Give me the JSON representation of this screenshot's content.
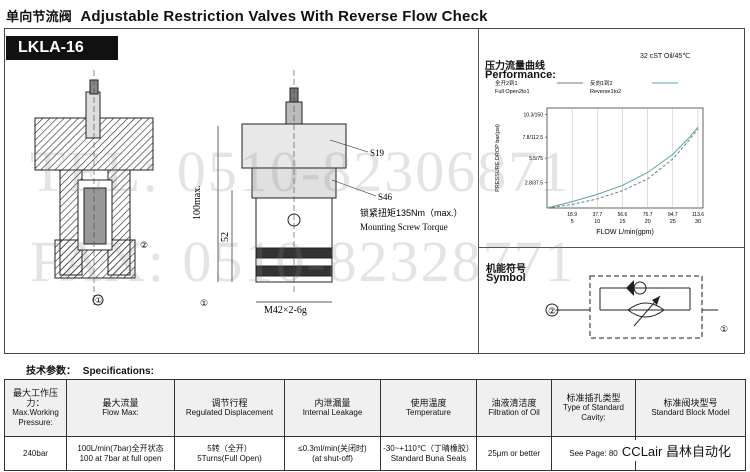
{
  "header": {
    "title_cn": "单向节流阀",
    "title_en": "Adjustable Restriction Valves With Reverse Flow Check",
    "model": "LKLA-16"
  },
  "drawing": {
    "callouts": {
      "s19": "S19",
      "s46": "S46",
      "torque_cn": "锁紧扭矩135Nm（max.）",
      "torque_en": "Mounting Screw Torque",
      "dim_100": "100max.",
      "dim_52": "52",
      "thread": "M42×2-6g",
      "port1": "①",
      "port2": "②"
    }
  },
  "performance": {
    "title_cn": "压力流量曲线",
    "title_en": "Performance:",
    "oil_note": "32 cST Oil/45℃",
    "legend": [
      {
        "label_cn": "全开2到1",
        "label_en": "Full Open2to1",
        "color": "#7a7a7a"
      },
      {
        "label_cn": "反向1到2",
        "label_en": "Reverse1to2",
        "color": "#5aa7a8"
      }
    ]
  },
  "chart_data": {
    "type": "line",
    "title": "",
    "xlabel": "FLOW L/min(gpm)",
    "ylabel": "PRESSURE DROP bar(psi)",
    "x_ticks_top": [
      "18.9",
      "37.7",
      "56.6",
      "75.7",
      "94.7",
      "113.6"
    ],
    "x_ticks_bottom": [
      "5",
      "10",
      "15",
      "20",
      "25",
      "30"
    ],
    "y_ticks": [
      "2.8/37.5",
      "5.5/75",
      "7.8/112.5",
      "10.3/150"
    ],
    "xlim": [
      0,
      31
    ],
    "ylim": [
      0,
      11
    ],
    "series": [
      {
        "name": "Full Open2to1",
        "x": [
          0,
          5,
          10,
          15,
          20,
          25,
          28,
          30
        ],
        "y": [
          0,
          0.4,
          1.0,
          1.9,
          3.2,
          5.4,
          7.3,
          8.7
        ]
      },
      {
        "name": "Reverse1to2",
        "x": [
          0,
          5,
          10,
          15,
          20,
          25,
          28,
          30
        ],
        "y": [
          0,
          0.7,
          1.5,
          2.5,
          3.9,
          5.9,
          7.6,
          8.9
        ]
      }
    ]
  },
  "symbol": {
    "title_cn": "机能符号",
    "title_en": "Symbol",
    "port1": "①",
    "port2": "②"
  },
  "watermark": {
    "tel": "TEL: 0510-82306871",
    "fax": "FAX: 0510-82328771"
  },
  "specs": {
    "heading_cn": "技术参数：",
    "heading_en": "Specifications:",
    "columns": [
      {
        "cn": "最大工作压力：",
        "en": "Max.Working Pressure:"
      },
      {
        "cn": "最大流量",
        "en": "Flow Max:"
      },
      {
        "cn": "调节行程",
        "en": "Regulated Displacement"
      },
      {
        "cn": "内泄漏量",
        "en": "Internal Leakage"
      },
      {
        "cn": "使用温度",
        "en": "Temperature"
      },
      {
        "cn": "油液清洁度",
        "en": "Filtration of Oil"
      },
      {
        "cn": "标准插孔类型",
        "en": "Type of Standard Cavity:"
      },
      {
        "cn": "标准阀块型号",
        "en": "Standard Block Model"
      }
    ],
    "values": [
      {
        "l1": "240bar",
        "l2": ""
      },
      {
        "l1": "100L/min(7bar)全开状态",
        "l2": "100 at 7bar at full open"
      },
      {
        "l1": "5转（全开）",
        "l2": "5Turns(Full Open)"
      },
      {
        "l1": "≤0.3ml/min(关闭时)",
        "l2": "(at shut-off)"
      },
      {
        "l1": "-30~+110℃（丁晴橡胶）",
        "l2": "Standard Buna Seals"
      },
      {
        "l1": "25μm or better",
        "l2": ""
      },
      {
        "l1": "See Page: 80",
        "l2": ""
      },
      {
        "l1": "",
        "l2": ""
      }
    ]
  },
  "brand": {
    "logo_text": "CCLair 昌林自动化"
  }
}
